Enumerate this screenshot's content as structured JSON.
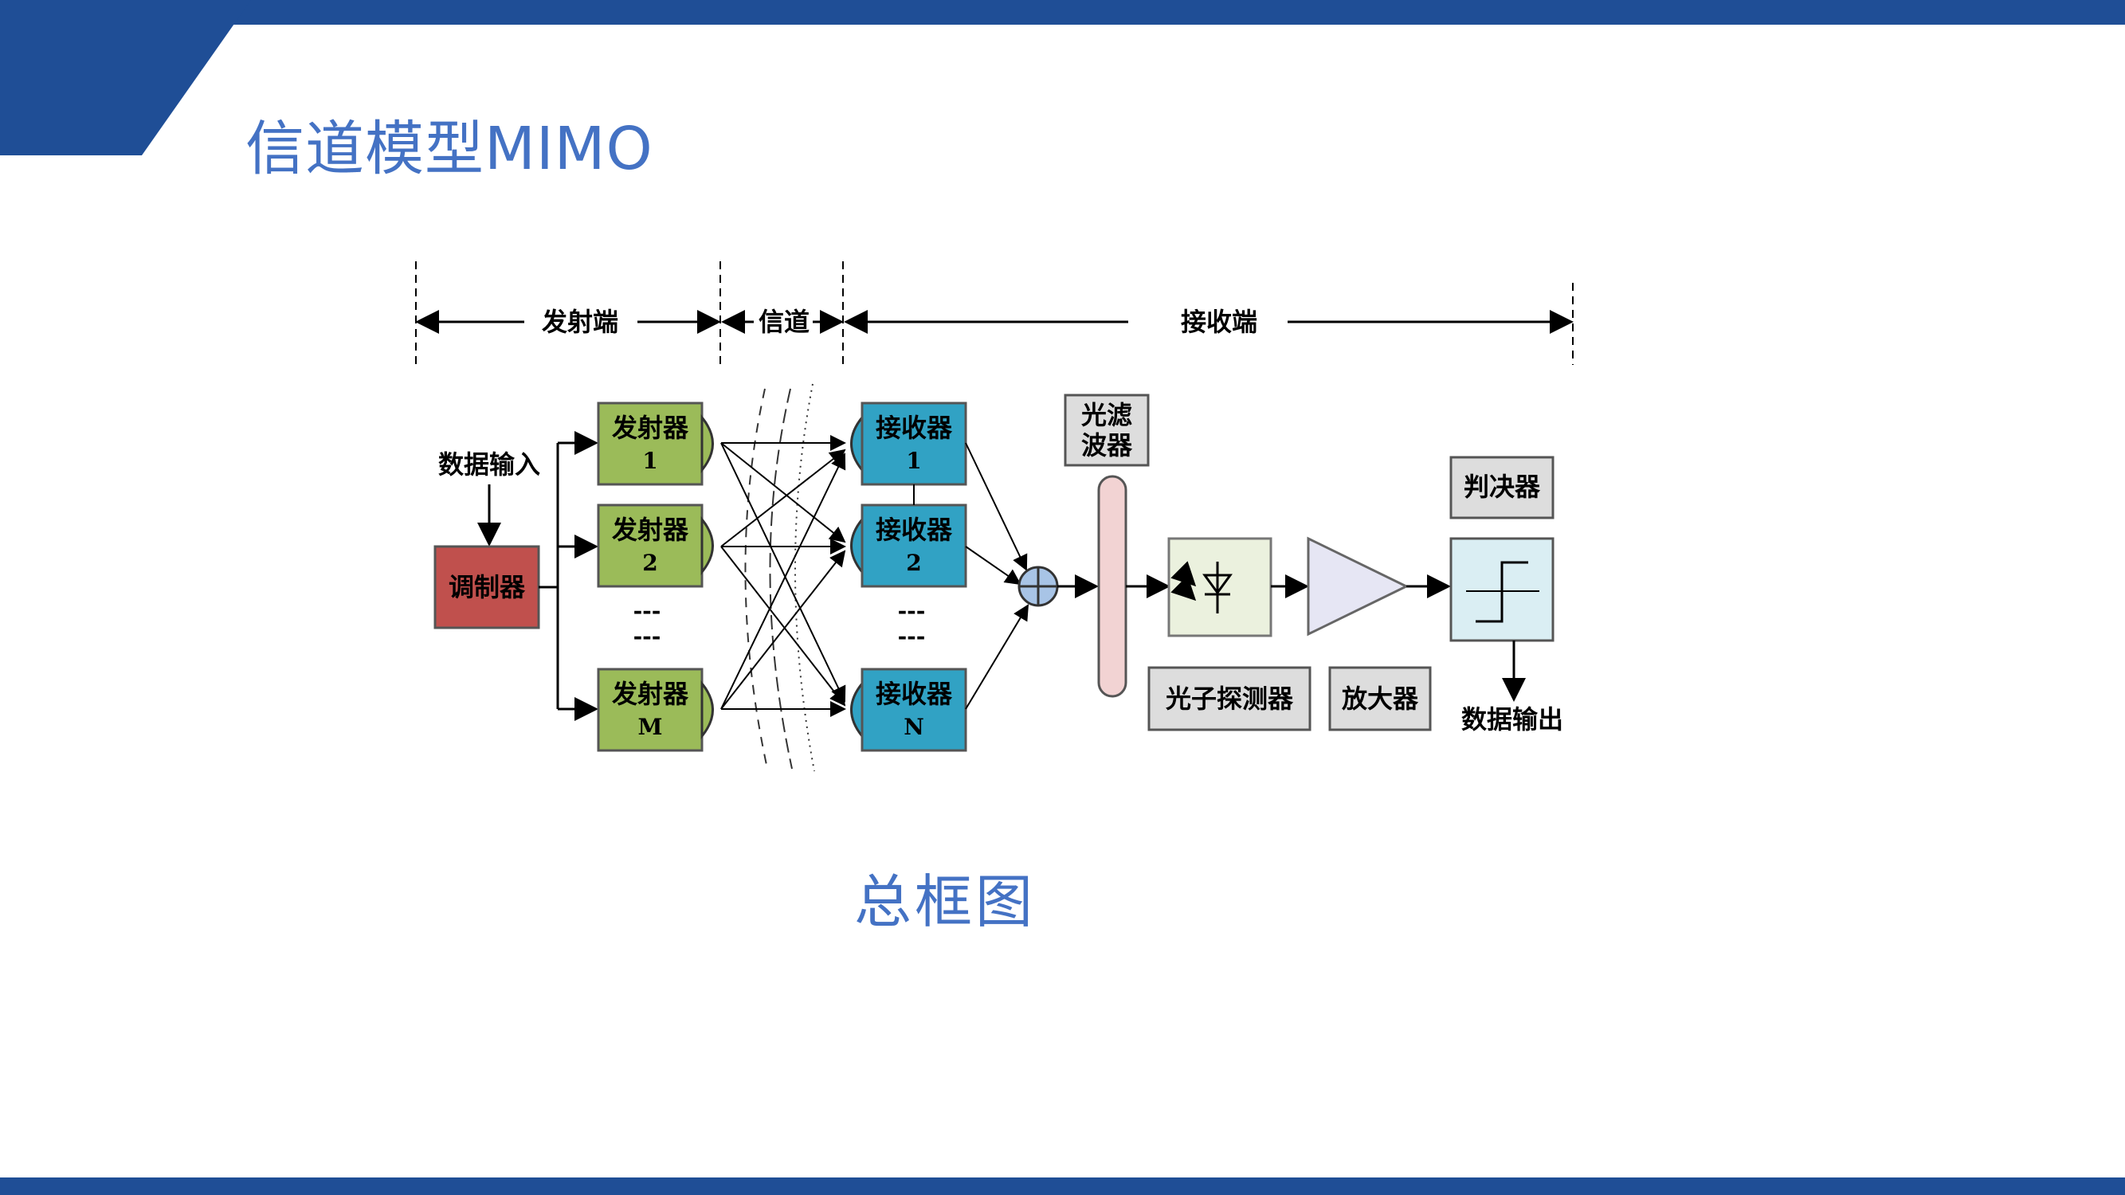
{
  "slide": {
    "title": "信道模型MIMO",
    "caption": "总框图",
    "colors": {
      "bar": "#1f4e96",
      "title": "#4472c4"
    }
  },
  "diagram": {
    "sections": {
      "tx": "发射端",
      "channel": "信道",
      "rx": "接收端"
    },
    "input_label": "数据输入",
    "modulator": "调制器",
    "tx_blocks": [
      {
        "name": "发射器",
        "idx": "1"
      },
      {
        "name": "发射器",
        "idx": "2"
      },
      {
        "name": "发射器",
        "idx": "M"
      }
    ],
    "rx_blocks": [
      {
        "name": "接收器",
        "idx": "1"
      },
      {
        "name": "接收器",
        "idx": "2"
      },
      {
        "name": "接收器",
        "idx": "N"
      }
    ],
    "ellipsis": "---",
    "optical_filter": [
      "光滤",
      "波器"
    ],
    "photodetector": "光子探测器",
    "amplifier": "放大器",
    "decision": "判决器",
    "output_label": "数据输出",
    "colors": {
      "tx": "#9bbb59",
      "rx": "#31a2c4",
      "modulator": "#c0504d",
      "filter": "#f2d3d3"
    }
  }
}
